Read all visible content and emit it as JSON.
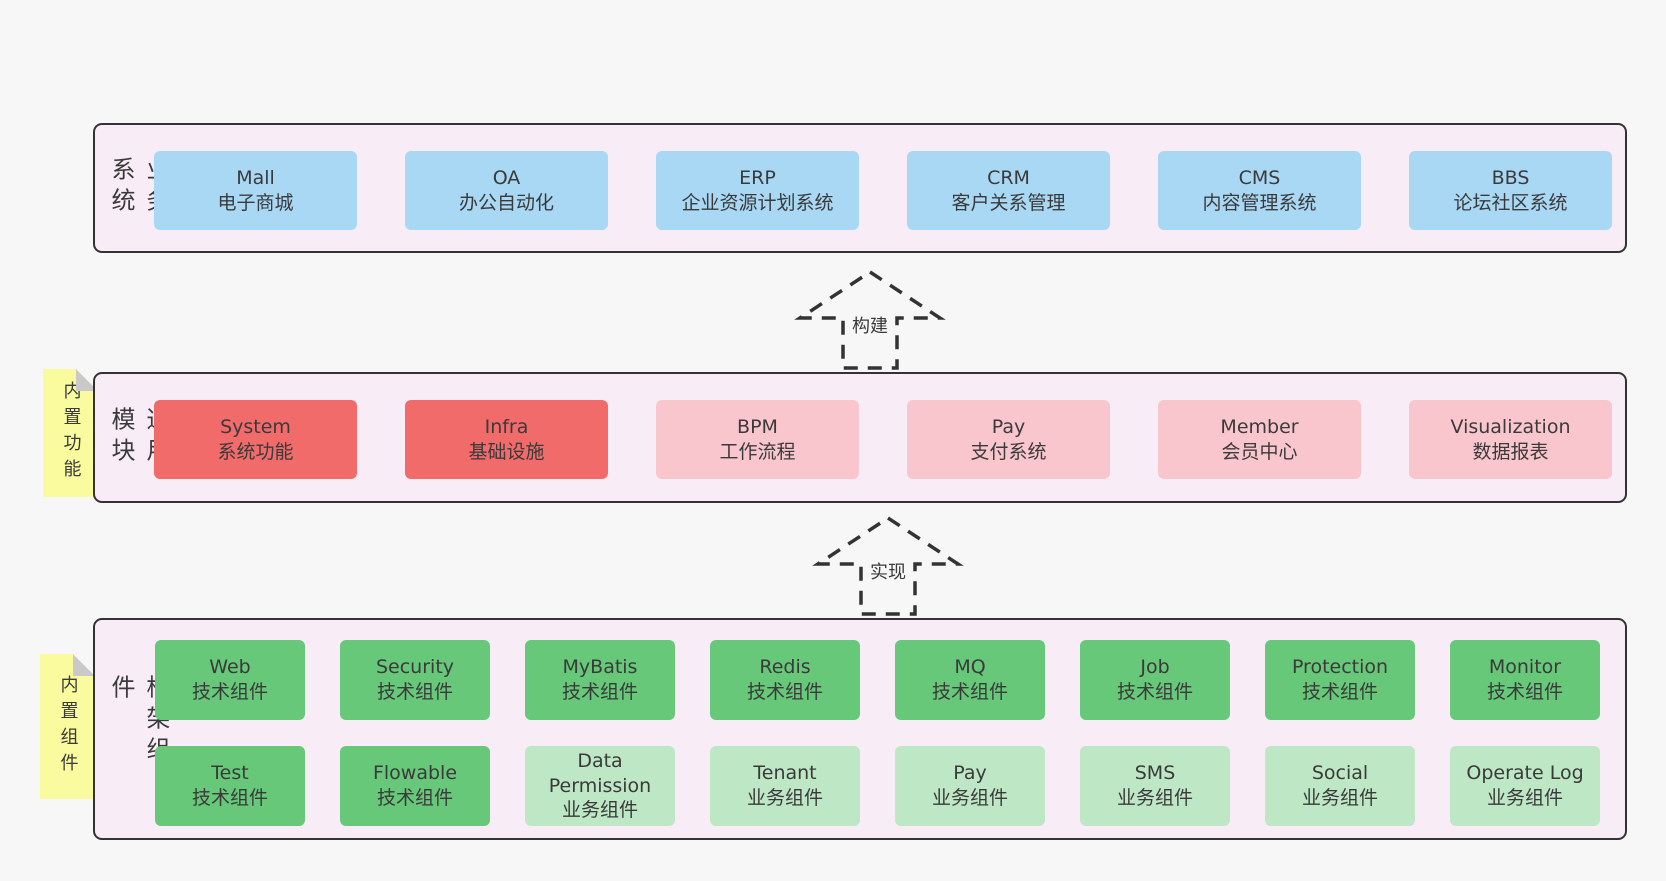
{
  "colors": {
    "page_bg": "#f7f7f7",
    "panel_bg": "#f8edf6",
    "panel_border": "#333333",
    "blue": "#a9d8f4",
    "red": "#f16b6b",
    "pink": "#fac6ce",
    "green": "#66c878",
    "lightgreen": "#bee7c5",
    "yellow": "#fafa9e",
    "fold_gray": "#c9c9c9",
    "text": "#3a3a3a",
    "arrow": "#333333"
  },
  "bands": [
    {
      "label": "业务系统",
      "boxes": [
        {
          "title": "Mall",
          "subtitle": "电子商城"
        },
        {
          "title": "OA",
          "subtitle": "办公自动化"
        },
        {
          "title": "ERP",
          "subtitle": "企业资源计划系统"
        },
        {
          "title": "CRM",
          "subtitle": "客户关系管理"
        },
        {
          "title": "CMS",
          "subtitle": "内容管理系统"
        },
        {
          "title": "BBS",
          "subtitle": "论坛社区系统"
        }
      ]
    },
    {
      "label": "通用模块",
      "sticky": "内置功能",
      "boxes": [
        {
          "title": "System",
          "subtitle": "系统功能"
        },
        {
          "title": "Infra",
          "subtitle": "基础设施"
        },
        {
          "title": "BPM",
          "subtitle": "工作流程"
        },
        {
          "title": "Pay",
          "subtitle": "支付系统"
        },
        {
          "title": "Member",
          "subtitle": "会员中心"
        },
        {
          "title": "Visualization",
          "subtitle": "数据报表"
        }
      ]
    },
    {
      "label": "框架组件",
      "sticky": "内置组件",
      "rows": [
        [
          {
            "title": "Web",
            "subtitle": "技术组件"
          },
          {
            "title": "Security",
            "subtitle": "技术组件"
          },
          {
            "title": "MyBatis",
            "subtitle": "技术组件"
          },
          {
            "title": "Redis",
            "subtitle": "技术组件"
          },
          {
            "title": "MQ",
            "subtitle": "技术组件"
          },
          {
            "title": "Job",
            "subtitle": "技术组件"
          },
          {
            "title": "Protection",
            "subtitle": "技术组件"
          },
          {
            "title": "Monitor",
            "subtitle": "技术组件"
          }
        ],
        [
          {
            "title": "Test",
            "subtitle": "技术组件"
          },
          {
            "title": "Flowable",
            "subtitle": "技术组件"
          },
          {
            "title": "Data Permission",
            "subtitle": "业务组件"
          },
          {
            "title": "Tenant",
            "subtitle": "业务组件"
          },
          {
            "title": "Pay",
            "subtitle": "业务组件"
          },
          {
            "title": "SMS",
            "subtitle": "业务组件"
          },
          {
            "title": "Social",
            "subtitle": "业务组件"
          },
          {
            "title": "Operate Log",
            "subtitle": "业务组件"
          }
        ]
      ]
    }
  ],
  "arrows": [
    {
      "label": "构建"
    },
    {
      "label": "实现"
    }
  ]
}
